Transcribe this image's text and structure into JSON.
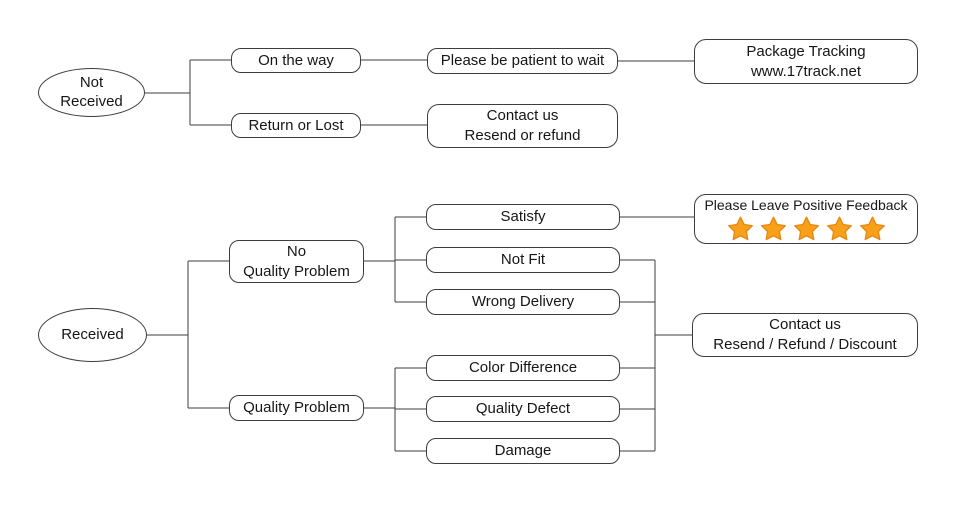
{
  "diagram": {
    "type": "flowchart",
    "nodes": {
      "not_received": "Not\nReceived",
      "on_the_way": "On the way",
      "return_or_lost": "Return or Lost",
      "please_be_patient": "Please be patient to wait",
      "contact_resend_refund": "Contact us\nResend or refund",
      "package_tracking": "Package Tracking\nwww.17track.net",
      "received": "Received",
      "no_quality_problem": "No\nQuality Problem",
      "quality_problem": "Quality Problem",
      "satisfy": "Satisfy",
      "not_fit": "Not Fit",
      "wrong_delivery": "Wrong Delivery",
      "color_difference": "Color Difference",
      "quality_defect": "Quality Defect",
      "damage": "Damage",
      "positive_feedback": "Please Leave Positive Feedback",
      "contact_resend_refund_discount": "Contact us\nResend / Refund / Discount"
    },
    "edges": [
      [
        "not_received",
        "on_the_way"
      ],
      [
        "not_received",
        "return_or_lost"
      ],
      [
        "on_the_way",
        "please_be_patient"
      ],
      [
        "please_be_patient",
        "package_tracking"
      ],
      [
        "return_or_lost",
        "contact_resend_refund"
      ],
      [
        "received",
        "no_quality_problem"
      ],
      [
        "received",
        "quality_problem"
      ],
      [
        "no_quality_problem",
        "satisfy"
      ],
      [
        "no_quality_problem",
        "not_fit"
      ],
      [
        "no_quality_problem",
        "wrong_delivery"
      ],
      [
        "quality_problem",
        "color_difference"
      ],
      [
        "quality_problem",
        "quality_defect"
      ],
      [
        "quality_problem",
        "damage"
      ],
      [
        "satisfy",
        "positive_feedback"
      ],
      [
        "not_fit",
        "contact_resend_refund_discount"
      ],
      [
        "wrong_delivery",
        "contact_resend_refund_discount"
      ],
      [
        "color_difference",
        "contact_resend_refund_discount"
      ],
      [
        "quality_defect",
        "contact_resend_refund_discount"
      ],
      [
        "damage",
        "contact_resend_refund_discount"
      ]
    ],
    "feedback_stars": {
      "count": 5
    },
    "colors": {
      "line": "#3d3d3d",
      "text": "#161616",
      "background": "#ffffff",
      "star_fill": "#F7A11B",
      "star_stroke": "#E8880E"
    }
  }
}
